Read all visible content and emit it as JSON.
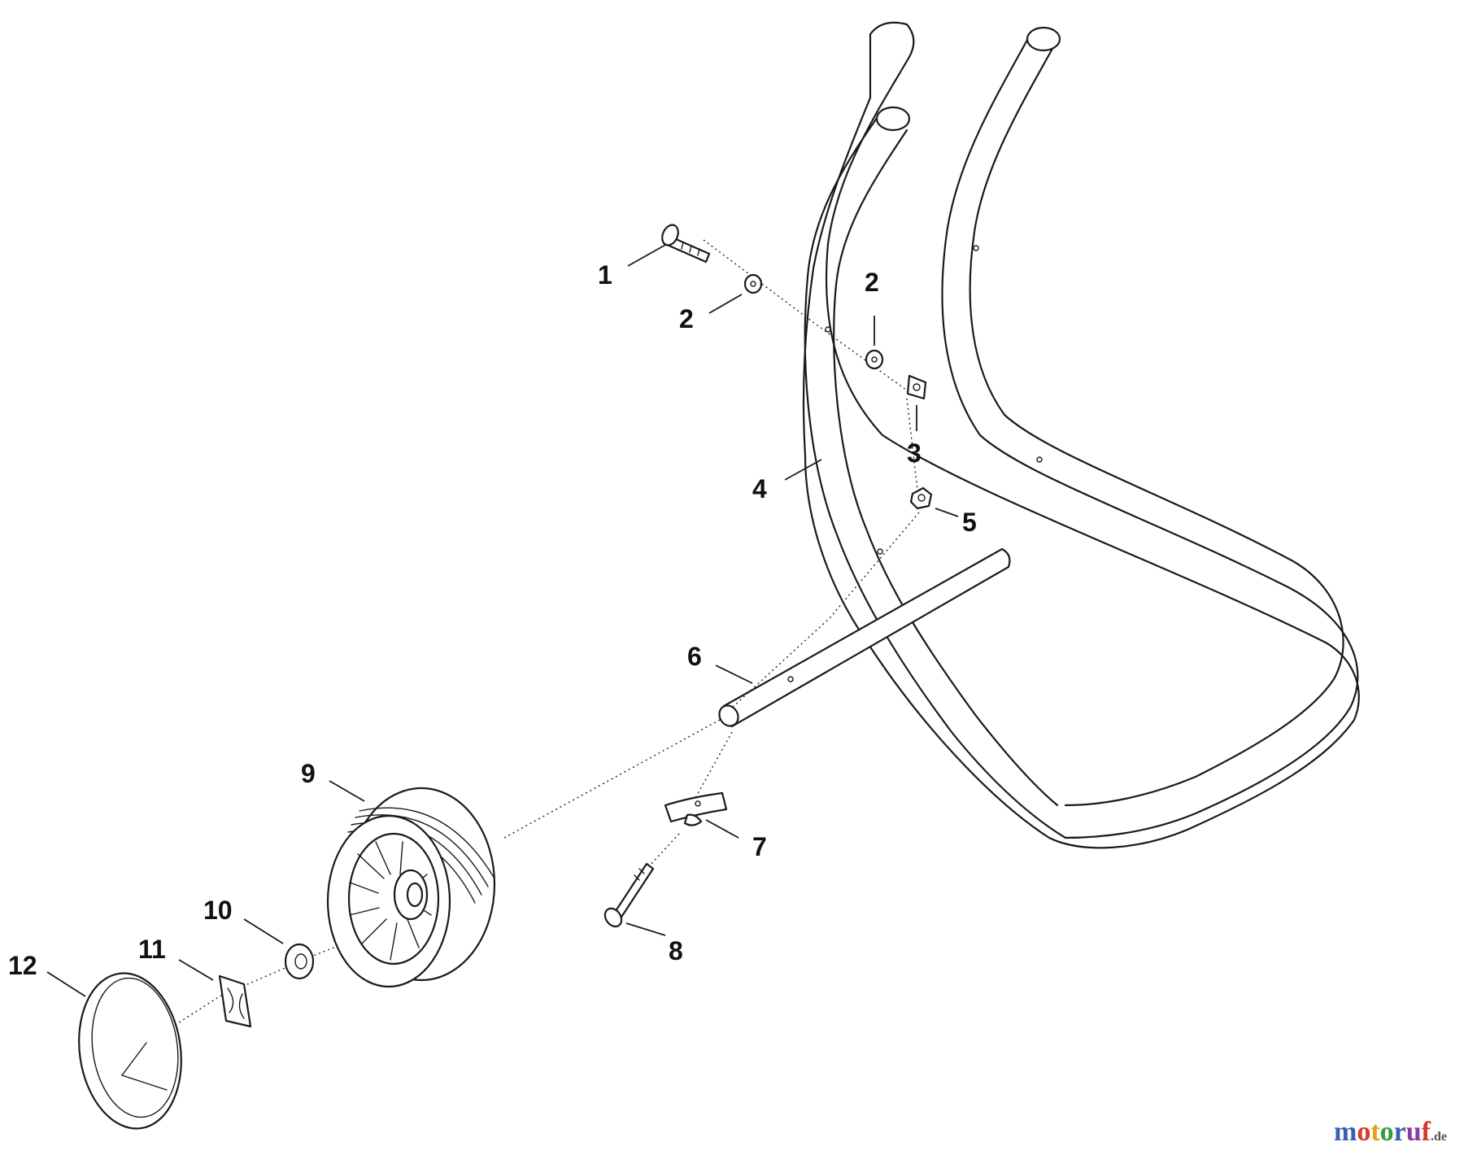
{
  "diagram": {
    "callouts": {
      "c1": "1",
      "c2a": "2",
      "c2b": "2",
      "c3": "3",
      "c4": "4",
      "c5": "5",
      "c6": "6",
      "c7": "7",
      "c8": "8",
      "c9": "9",
      "c10": "10",
      "c11": "11",
      "c12": "12"
    }
  },
  "watermark": {
    "m": "m",
    "o1": "o",
    "t": "t",
    "o2": "o",
    "r": "r",
    "u": "u",
    "f": "f",
    "de": ".de",
    "colors": [
      "#3a5fb0",
      "#d23c2c",
      "#e3a21a",
      "#3a9a3a",
      "#3a5fb0",
      "#8a3aa0",
      "#d23c2c"
    ]
  }
}
